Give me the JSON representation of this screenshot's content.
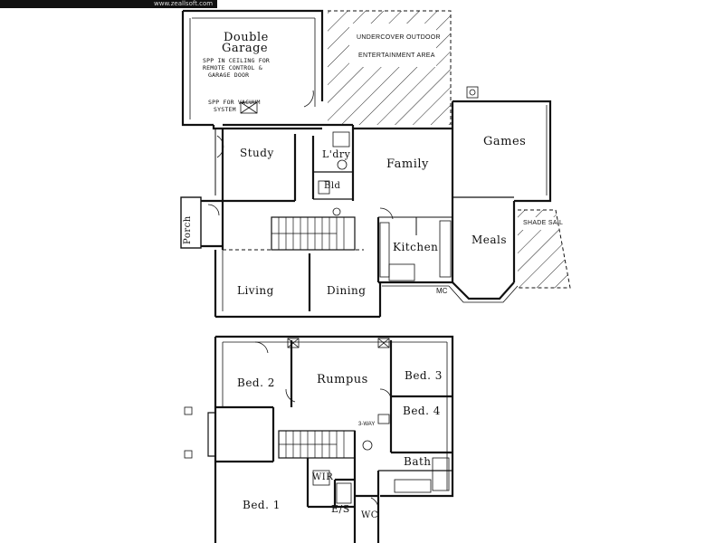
{
  "watermark": "www.zeallsoft.com",
  "ground_floor": {
    "double_garage": [
      "Double",
      "Garage"
    ],
    "garage_note": [
      "SPP IN CEILING FOR",
      "REMOTE CONTROL &",
      "GARAGE DOOR"
    ],
    "vacuum_note": [
      "SPP FOR VACUUM",
      "SYSTEM"
    ],
    "outdoor": [
      "UNDERCOVER OUTDOOR",
      "ENTERTAINMENT AREA"
    ],
    "study": "Study",
    "laundry": "L'dry",
    "bed_room": "Bld",
    "family": "Family",
    "games": "Games",
    "porch": "Porch",
    "kitchen": "Kitchen",
    "meals": "Meals",
    "shade_sail": "SHADE SAIL",
    "living": "Living",
    "dining": "Dining",
    "mc": "MC"
  },
  "upper_floor": {
    "bed2": "Bed. 2",
    "rumpus": "Rumpus",
    "bed3": "Bed. 3",
    "bed4": "Bed. 4",
    "three_way": "3-WAY",
    "bath": "Bath",
    "wir": "WIR",
    "bed1": "Bed. 1",
    "es": "E/S",
    "wc": "WC"
  }
}
